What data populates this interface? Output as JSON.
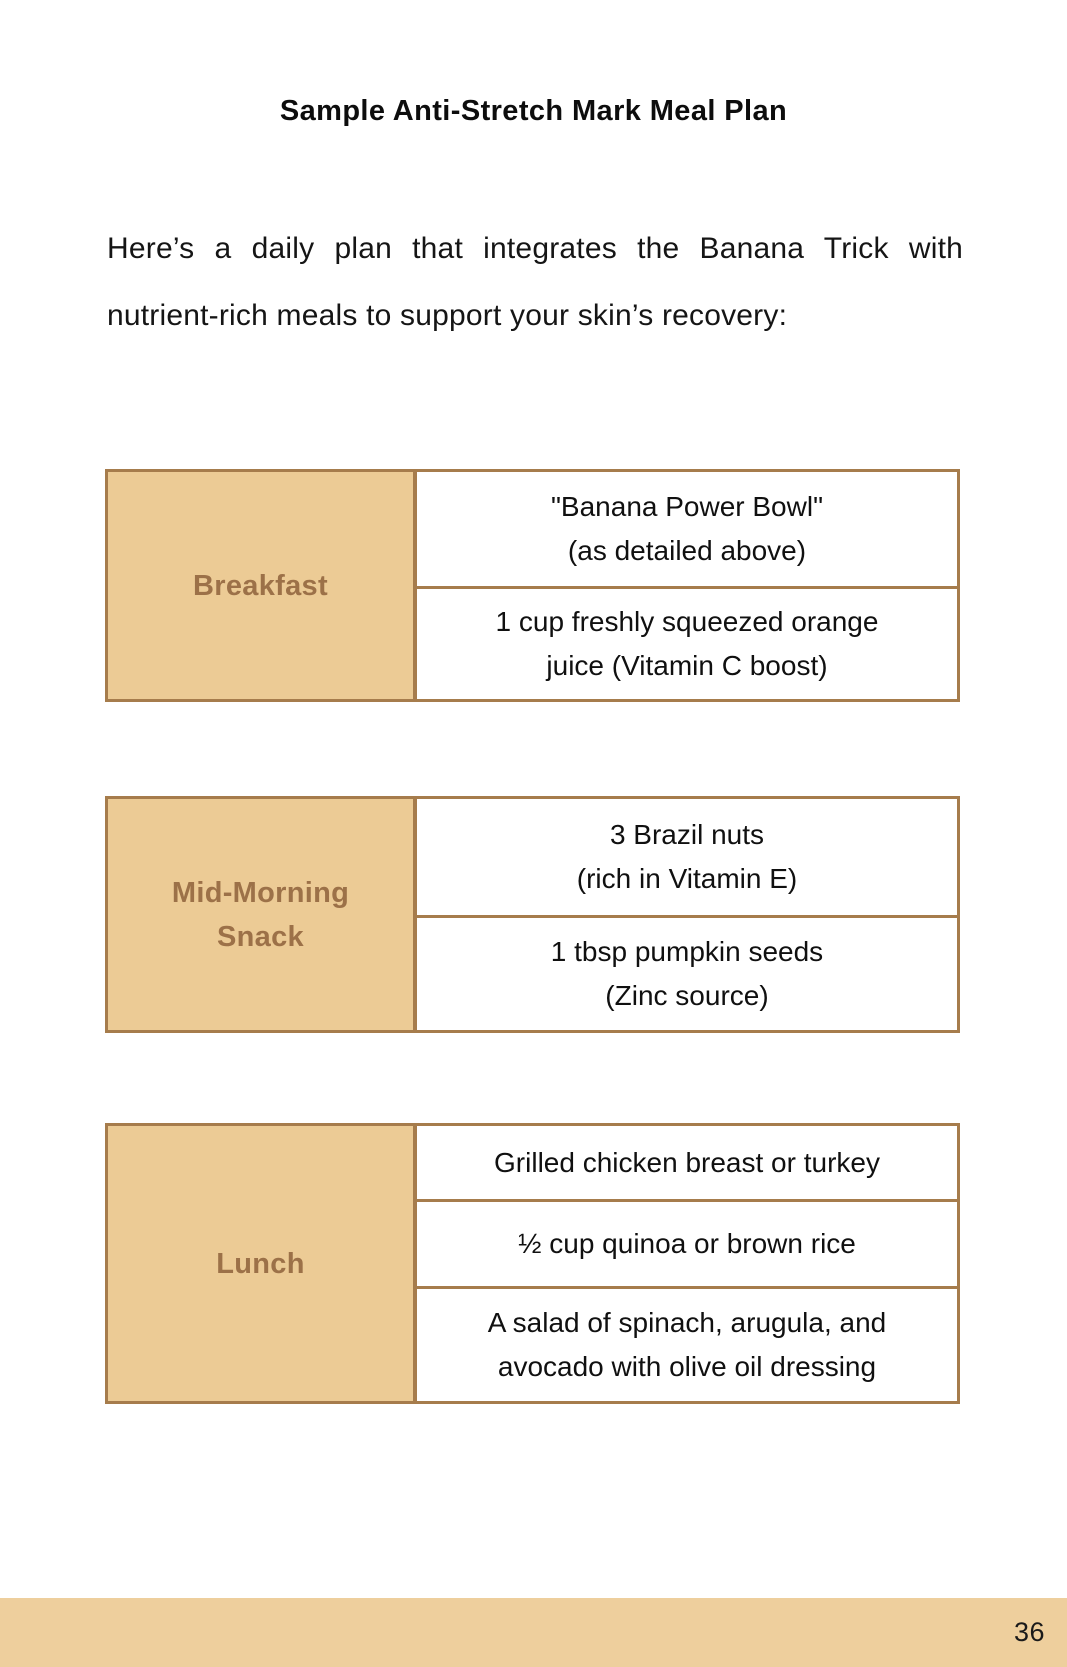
{
  "document": {
    "title": "Sample Anti-Stretch Mark Meal Plan",
    "intro": {
      "line1": "Here’s a daily plan that integrates the Banana Trick with",
      "line2": "nutrient-rich meals to support your skin’s recovery:"
    },
    "footer": {
      "page_number": "36"
    }
  },
  "colors": {
    "cell_fill": "#eccb95",
    "table_border": "#a67c4c",
    "label_text": "#9c7148",
    "footer_bar": "#eecf9d",
    "body_text": "#141414"
  },
  "meal_plan": {
    "tables": [
      {
        "label": "Breakfast",
        "rows": [
          "\"Banana Power Bowl\"\n(as detailed above)",
          "1 cup freshly squeezed orange\njuice (Vitamin C boost)"
        ]
      },
      {
        "label": "Mid-Morning\nSnack",
        "rows": [
          "3 Brazil nuts\n(rich in Vitamin E)",
          "1 tbsp pumpkin seeds\n(Zinc source)"
        ]
      },
      {
        "label": "Lunch",
        "rows": [
          "Grilled chicken breast or turkey",
          "½ cup quinoa or brown rice",
          "A salad of spinach, arugula, and\navocado with olive oil dressing"
        ]
      }
    ]
  }
}
